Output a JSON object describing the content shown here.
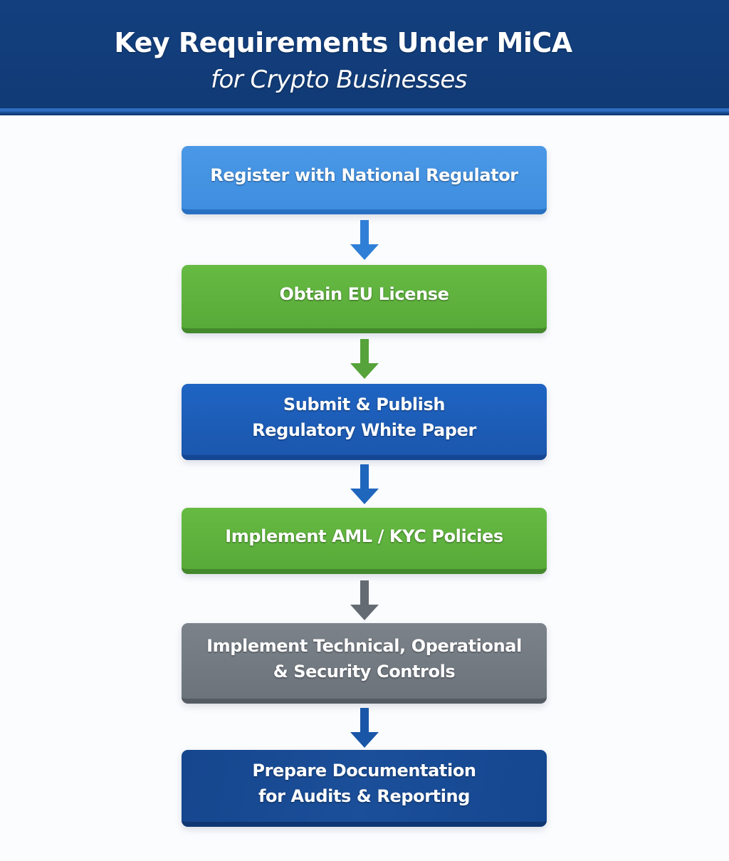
{
  "header": {
    "title": "Key Requirements Under MiCA",
    "subtitle": "for Crypto Businesses"
  },
  "steps": [
    {
      "lines": [
        "Register with National Regulator"
      ],
      "color": "#4393e3"
    },
    {
      "lines": [
        "Obtain EU License"
      ],
      "color": "#60b33e"
    },
    {
      "lines": [
        "Submit & Publish",
        "Regulatory White Paper"
      ],
      "color": "#1d5eb9"
    },
    {
      "lines": [
        "Implement AML / KYC Policies"
      ],
      "color": "#60b33e"
    },
    {
      "lines": [
        "Implement Technical, Operational",
        "& Security Controls"
      ],
      "color": "#737a82"
    },
    {
      "lines": [
        "Prepare Documentation",
        "for Audits & Reporting"
      ],
      "color": "#174a93"
    }
  ],
  "arrows": [
    {
      "from": 1,
      "to": 2,
      "color": "#2f7fd6"
    },
    {
      "from": 2,
      "to": 3,
      "color": "#55a33a"
    },
    {
      "from": 3,
      "to": 4,
      "color": "#1f66bd"
    },
    {
      "from": 4,
      "to": 5,
      "color": "#646b73"
    },
    {
      "from": 5,
      "to": 6,
      "color": "#1a56a8"
    }
  ]
}
